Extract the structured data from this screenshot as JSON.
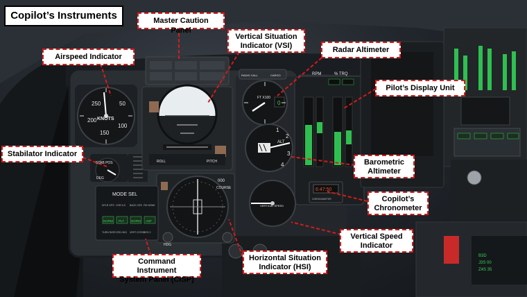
{
  "title": "Copilot’s Instruments",
  "callouts": {
    "master_caution": "Master Caution Panel",
    "vsi_line1": "Vertical Situation",
    "vsi_line2": "Indicator (VSI)",
    "airspeed": "Airspeed Indicator",
    "radar_alt": "Radar Altimeter",
    "pdu": "Pilot’s Display Unit",
    "stabilator": "Stabilator Indicator",
    "baro_line1": "Barometric",
    "baro_line2": "Altimeter",
    "chrono_line1": "Copilot’s",
    "chrono_line2": "Chronometer",
    "vspeed_line1": "Vertical Speed",
    "vspeed_line2": "Indicator",
    "hsi_line1": "Horizontal Situation",
    "hsi_line2": "Indicator (HSI)",
    "cisp_line1": "Command Instrument",
    "cisp_line2": "System Panel (CISP)"
  },
  "instrument_labels": {
    "airspeed_unit": "KNOTS",
    "airspeed_ticks": [
      "250",
      "50",
      "200",
      "100",
      "150"
    ],
    "stab": "STAB POS",
    "stab_deg": "DEG",
    "radar_alt_unit": "FT X100",
    "radar_alt_digits": "0",
    "baro_unit": "ALT",
    "baro_digits": [
      "1",
      "2",
      "3",
      "4"
    ],
    "vspeed_unit": "VERTICAL SPEED",
    "chrono_display": "6:47:50",
    "chrono_brand": "CHRONOMETER",
    "rpm": "RPM",
    "trq": "% TRQ",
    "cisp_title": "MODE SEL",
    "cisp_buttons": [
      "NORM",
      "PLT",
      "NORM",
      "ADF"
    ],
    "cisp_small": [
      "DPLR GPS",
      "VOR ILS",
      "BACK CRS",
      "FM HOME",
      "TURN RATE",
      "CRS HDG",
      "VERT GYRO",
      "BRG 2"
    ],
    "hsi_course": "COURSE",
    "hsi_hdg": "HDG",
    "hsi_course_digits": "000",
    "vsi_roll": "ROLL",
    "vsi_pitch": "PITCH",
    "radio_call": "RADIO CALL",
    "cargo": "CARGO"
  }
}
